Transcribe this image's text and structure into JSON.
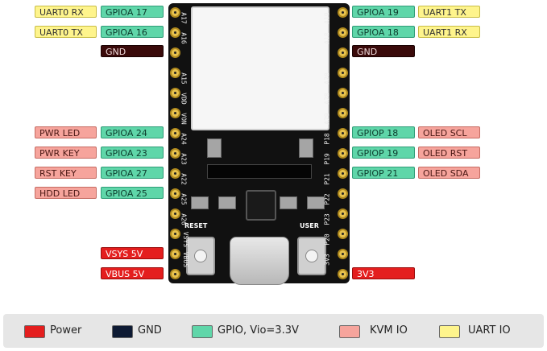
{
  "colors": {
    "power": "#e41e1e",
    "gnd": "#0d1a33",
    "gpio": "#5fd6a9",
    "kvm": "#f6a49c",
    "uart": "#fef48c"
  },
  "left_labels": {
    "uart0_rx": "UART0 RX",
    "gpioa17": "GPIOA 17",
    "uart0_tx": "UART0 TX",
    "gpioa16": "GPIOA 16",
    "gnd": "GND",
    "pwr_led": "PWR LED",
    "gpioa24": "GPIOA 24",
    "pwr_key": "PWR KEY",
    "gpioa23": "GPIOA 23",
    "rst_key": "RST KEY",
    "gpioa27": "GPIOA 27",
    "hdd_led": "HDD LED",
    "gpioa25": "GPIOA 25",
    "vsys": "VSYS 5V",
    "vbus": "VBUS 5V"
  },
  "right_labels": {
    "gpioa19": "GPIOA 19",
    "uart1_tx": "UART1 TX",
    "gpioa18": "GPIOA 18",
    "uart1_rx": "UART1 RX",
    "gnd": "GND",
    "gpiop18": "GPIOP 18",
    "oled_scl": "OLED SCL",
    "gpiop19": "GPIOP 19",
    "oled_rst": "OLED RST",
    "gpiop21": "GPIOP 21",
    "oled_sda": "OLED SDA",
    "v3v3": "3V3"
  },
  "board": {
    "reset_label": "RESET",
    "user_label": "USER",
    "pin_left": [
      "A17",
      "A16",
      "",
      "A15",
      "VDD",
      "VON",
      "A24",
      "A23",
      "A22",
      "A25",
      "A26",
      "VSYS",
      "VBUS"
    ],
    "pin_right": [
      "A19",
      "A18",
      "",
      "A20",
      "A28",
      "A29",
      "P18",
      "P19",
      "P21",
      "P22",
      "P23",
      "P20",
      "3V3"
    ]
  },
  "legend": {
    "power": "Power",
    "gnd": "GND",
    "gpio": "GPIO, Vio=3.3V",
    "kvm": "KVM IO",
    "uart": "UART IO"
  }
}
